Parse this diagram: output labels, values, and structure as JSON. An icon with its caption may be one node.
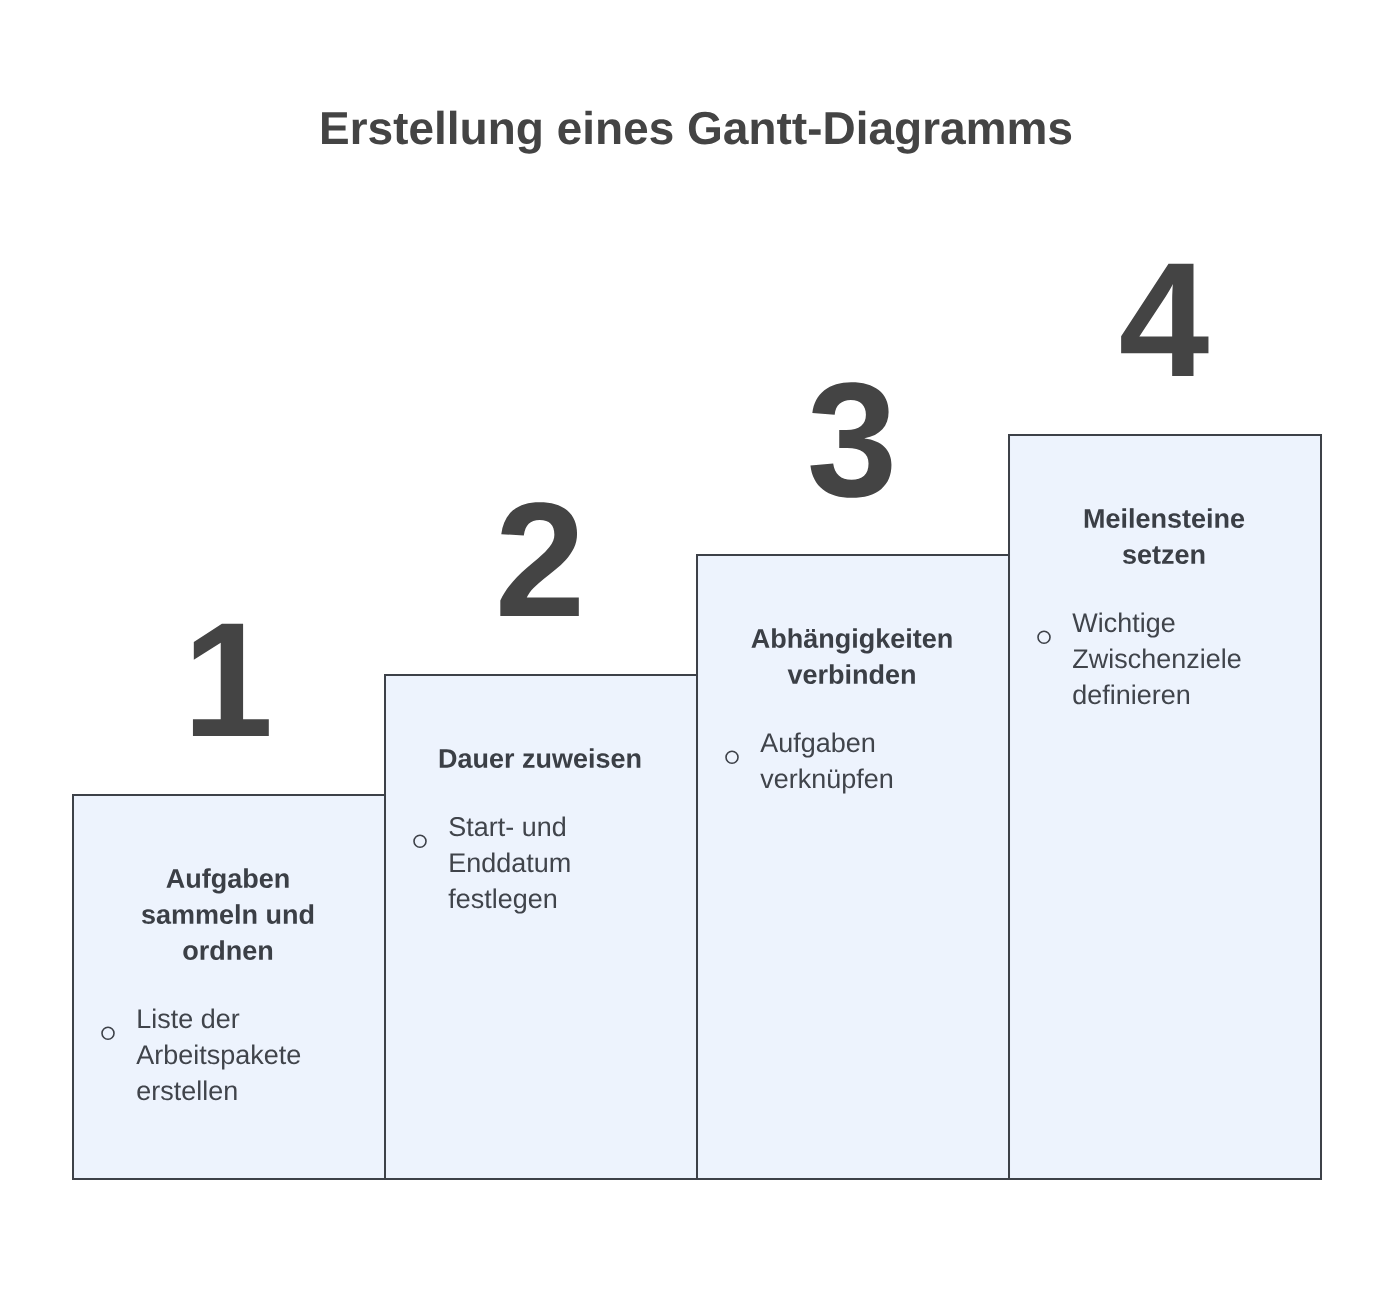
{
  "diagram": {
    "title": "Erstellung eines Gantt-Diagramms",
    "nodes": [
      {
        "text": [
          "Aufgaben sammeln und ordnen",
          "Liste der Arbeitspakete erstellen"
        ],
        "beside": [
          "1"
        ]
      },
      {
        "text": [
          "Dauer zuweisen",
          "Start- und Enddatum festlegen"
        ],
        "beside": [
          "2"
        ]
      },
      {
        "text": [
          "Abhängigkeiten verbinden",
          "Aufgaben verknüpfen"
        ],
        "beside": [
          "3"
        ]
      },
      {
        "text": [
          "Meilensteine setzen",
          "Wichtige Zwischenziele definieren"
        ],
        "beside": [
          "4"
        ]
      }
    ]
  }
}
